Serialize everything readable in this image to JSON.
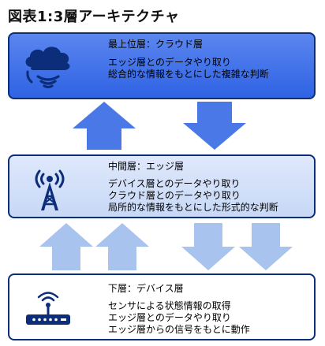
{
  "title": "図表1:3層アーキテクチャ",
  "layers": {
    "cloud": {
      "label": "最上位層：クラウド層",
      "lines": [
        "エッジ層とのデータやり取り",
        "総合的な情報をもとにした複雑な判断"
      ],
      "icon": "cloud-signal-icon"
    },
    "edge": {
      "label": "中間層：エッジ層",
      "lines": [
        "デバイス層とのデータやり取り",
        "クラウド層とのデータやり取り",
        "局所的な情報をもとにした形式的な判断"
      ],
      "icon": "antenna-tower-icon"
    },
    "device": {
      "label": "下層：デバイス層",
      "lines": [
        "センサによる状態情報の取得",
        "エッジ層とのデータやり取り",
        "エッジ層からの信号をもとに動作"
      ],
      "icon": "wifi-router-icon"
    }
  },
  "colors": {
    "border": "#0b2d7a",
    "cloud_fill": "#3b6ee8",
    "edge_fill": "#d5e2f8",
    "device_fill": "#ffffff",
    "arrow_dark": "#4a78e6",
    "arrow_light": "#a9c3ef",
    "icon_dark": "#0b2d7a"
  }
}
